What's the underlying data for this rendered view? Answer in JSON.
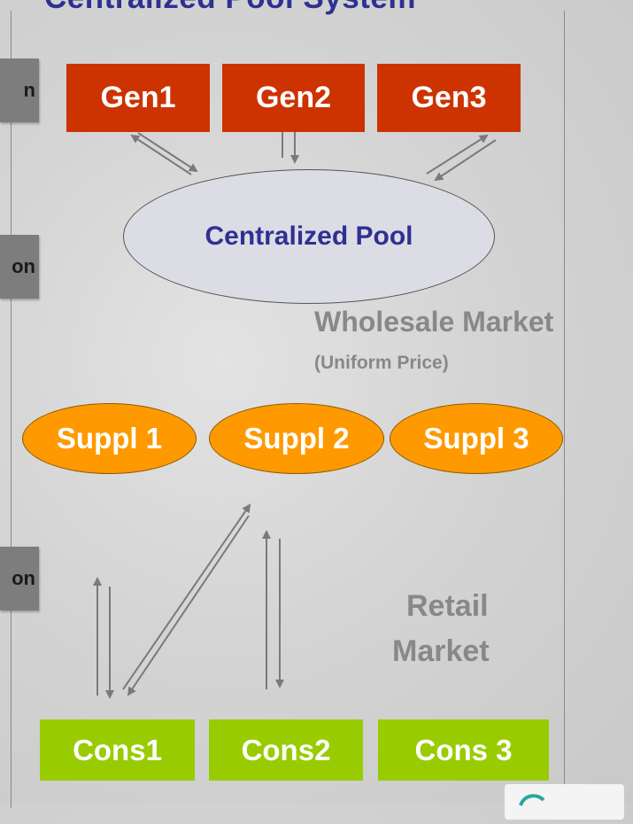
{
  "title": "Centralized Pool System",
  "side_labels": [
    "n",
    "on",
    "on"
  ],
  "generators": [
    "Gen1",
    "Gen2",
    "Gen3"
  ],
  "pool": "Centralized Pool",
  "wholesale": {
    "title": "Wholesale Market",
    "subtitle": "(Uniform Price)"
  },
  "suppliers": [
    "Suppl 1",
    "Suppl 2",
    "Suppl 3"
  ],
  "retail": {
    "line1": "Retail",
    "line2": "Market"
  },
  "consumers": [
    "Cons1",
    "Cons2",
    "Cons 3"
  ],
  "colors": {
    "generator": "#cc3300",
    "supplier": "#ff9900",
    "consumer": "#99cc00",
    "pool": "#dcdce4",
    "title": "#2e3192",
    "arrow": "#7a7a7a"
  }
}
